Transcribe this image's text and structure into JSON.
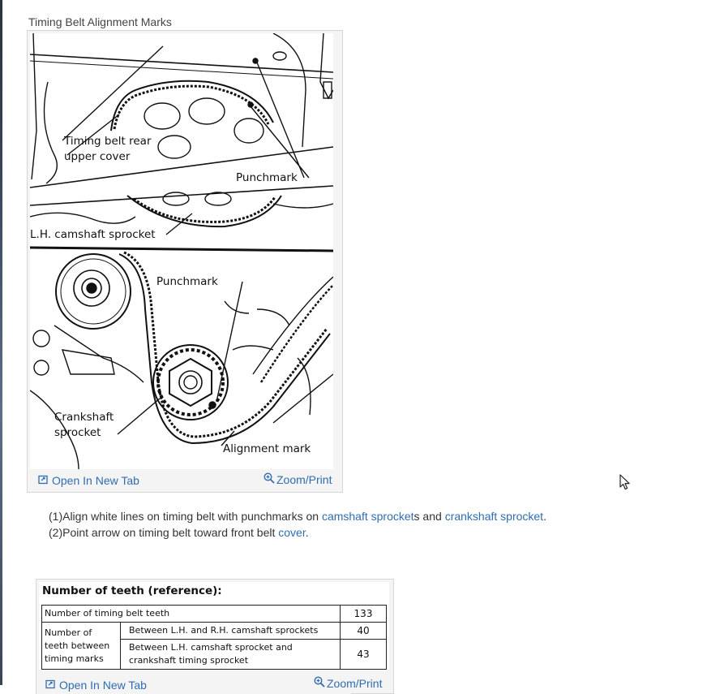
{
  "figure": {
    "title": "Timing Belt Alignment Marks",
    "labels": {
      "rear_cover_line1": "Timing belt rear",
      "rear_cover_line2": "upper cover",
      "punchmark_top": "Punchmark",
      "lh_camshaft": "L.H. camshaft sprocket",
      "punchmark_bottom": "Punchmark",
      "crankshaft_line1": "Crankshaft",
      "crankshaft_line2": "sprocket",
      "alignment_mark": "Alignment mark"
    },
    "toolbar": {
      "open_new_tab": "Open In New Tab",
      "zoom_print": "Zoom/Print"
    }
  },
  "instructions": {
    "step1": {
      "prefix": "(1)Align white lines on timing belt with punchmarks on ",
      "link1": "camshaft sprocket",
      "middle": "s and ",
      "link2": "crankshaft sprocket",
      "suffix": "."
    },
    "step2": {
      "prefix": "(2)Point arrow on timing belt toward front belt ",
      "link": "cover",
      "suffix": "."
    }
  },
  "teeth_table": {
    "heading": "Number of teeth (reference):",
    "row1": {
      "label": "Number of timing belt teeth",
      "value": "133"
    },
    "group_label": "Number of teeth between timing marks",
    "row2": {
      "label": "Between L.H. and R.H. camshaft sprockets",
      "value": "40"
    },
    "row3": {
      "label": "Between L.H. camshaft sprocket and crankshaft timing sprocket",
      "value": "43"
    },
    "toolbar": {
      "open_new_tab": "Open In New Tab",
      "zoom_print": "Zoom/Print"
    }
  },
  "colors": {
    "link": "#2f6db0",
    "text": "#333333",
    "frame": "#f4f4f4"
  }
}
